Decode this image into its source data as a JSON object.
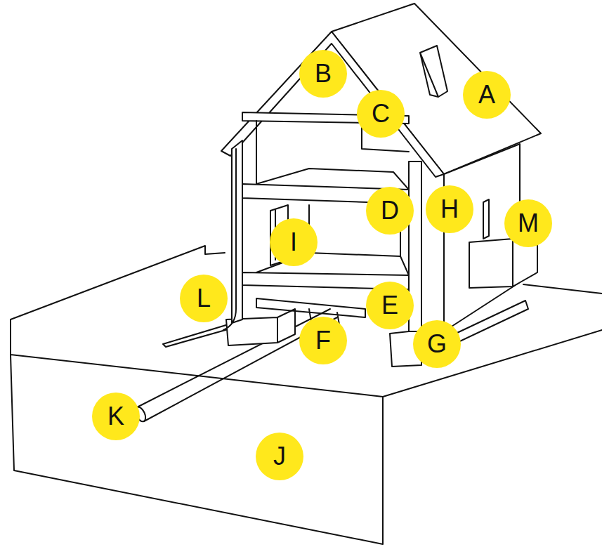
{
  "diagram": {
    "nodes": [
      {
        "text": [
          "B"
        ]
      },
      {
        "text": [
          "A"
        ]
      },
      {
        "text": [
          "C"
        ]
      },
      {
        "text": [
          "D"
        ]
      },
      {
        "text": [
          "H"
        ]
      },
      {
        "text": [
          "M"
        ]
      },
      {
        "text": [
          "I"
        ]
      },
      {
        "text": [
          "L"
        ]
      },
      {
        "text": [
          "E"
        ]
      },
      {
        "text": [
          "F"
        ]
      },
      {
        "text": [
          "G"
        ]
      },
      {
        "text": [
          "K"
        ]
      },
      {
        "text": [
          "J"
        ]
      }
    ]
  }
}
